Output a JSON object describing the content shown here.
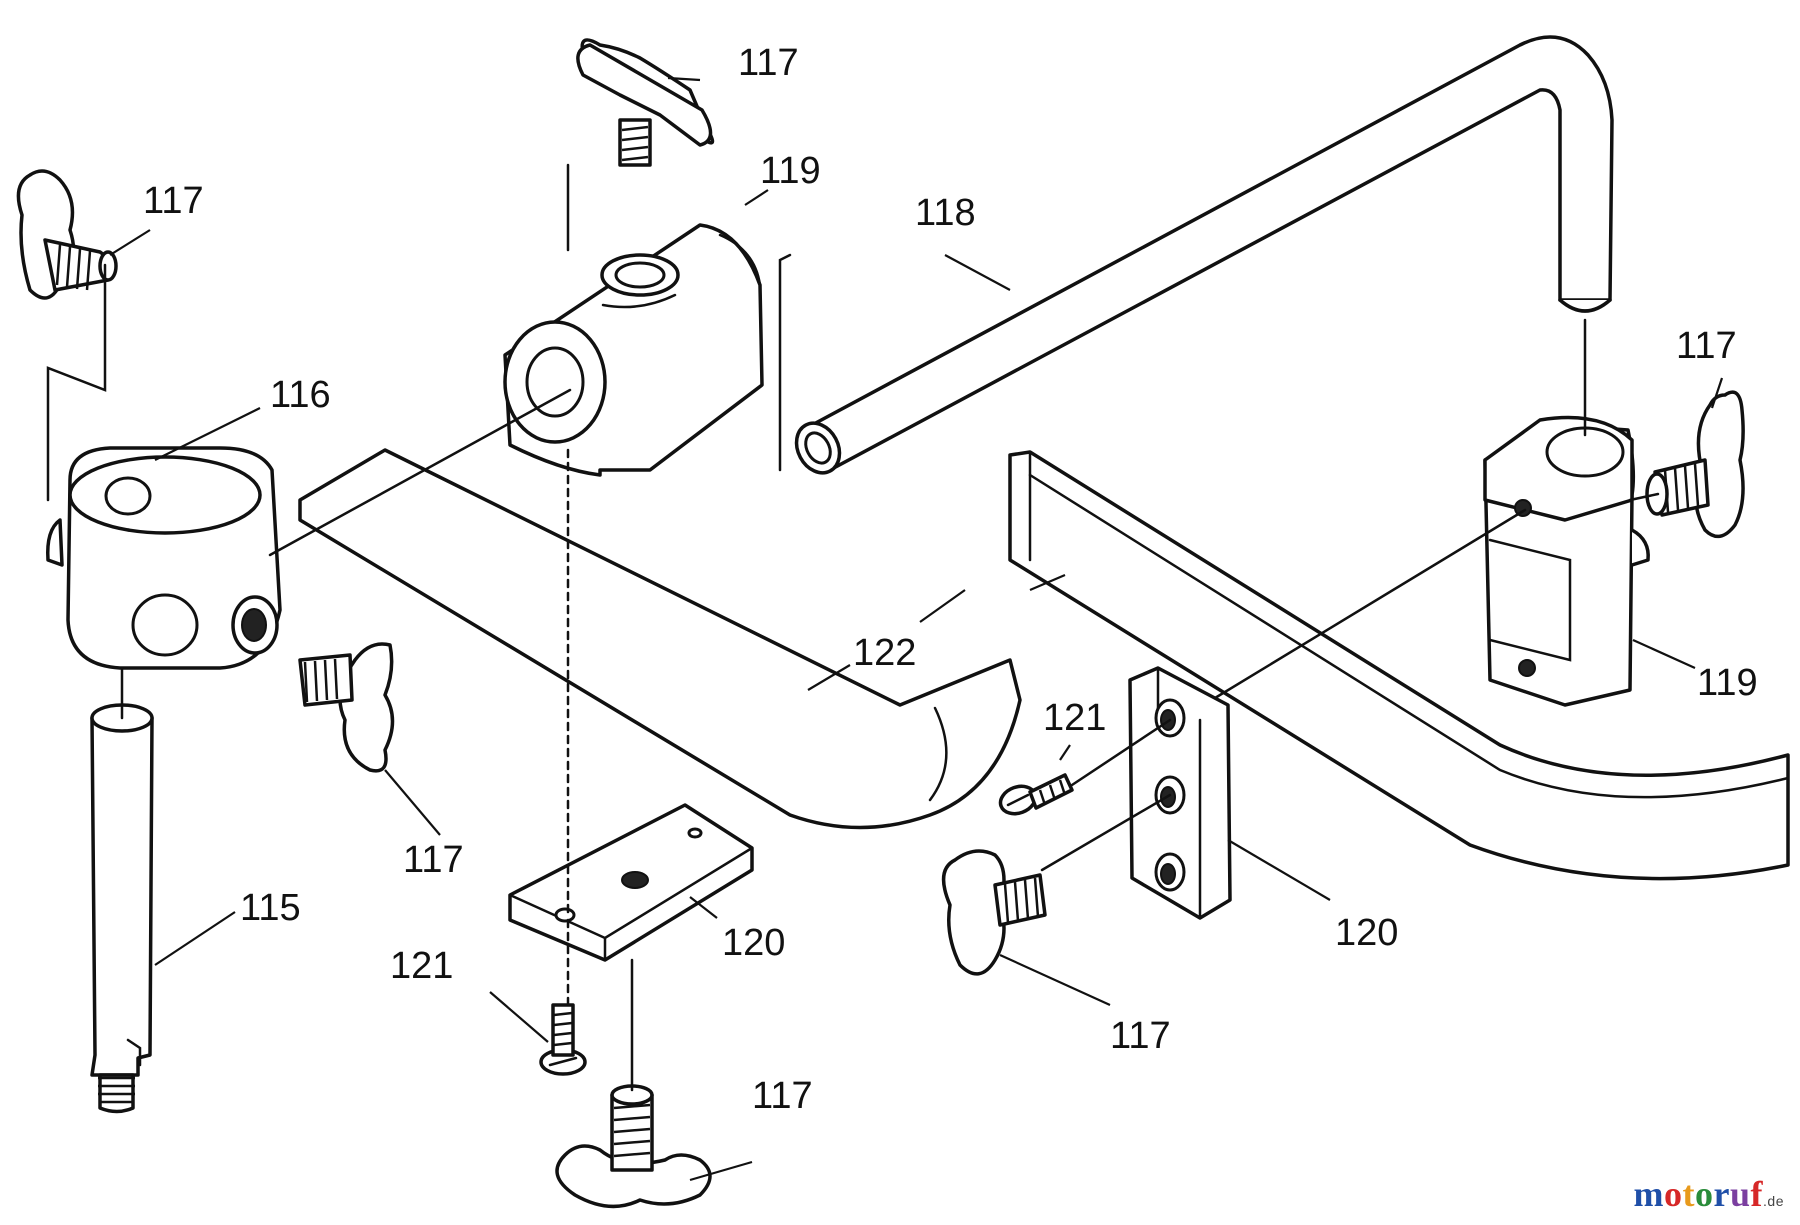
{
  "labels": {
    "p117_top": "117",
    "p119_top": "119",
    "p118": "118",
    "p117_left": "117",
    "p116": "116",
    "p117_right": "117",
    "p119_right": "119",
    "p122": "122",
    "p121_right": "121",
    "p117_mid": "117",
    "p115": "115",
    "p120_left": "120",
    "p121_left": "121",
    "p117_bottom": "117",
    "p120_right": "120",
    "p117_bottom_right": "117"
  },
  "watermark": {
    "text": "motoruf",
    "suffix": ".de",
    "colors": [
      "#1f4fa8",
      "#d62828",
      "#e89a1c",
      "#2a8c3a",
      "#1f4fa8",
      "#7b3fa0",
      "#d62828"
    ]
  }
}
